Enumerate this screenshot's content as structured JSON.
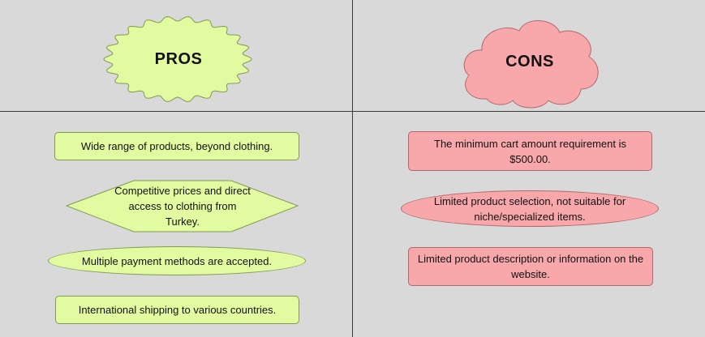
{
  "colors": {
    "background": "#d9d9d9",
    "pros_fill": "#e2fba0",
    "pros_stroke": "#7f9a52",
    "cons_fill": "#f8a8ab",
    "cons_stroke": "#b06a6e"
  },
  "pros": {
    "heading": "PROS",
    "items": [
      "Wide range of products, beyond clothing.",
      "Competitive prices and direct access to clothing from Turkey.",
      "Multiple payment methods are accepted.",
      "International shipping to various countries."
    ]
  },
  "cons": {
    "heading": "CONS",
    "items": [
      "The minimum cart amount requirement is $500.00.",
      "Limited product selection, not suitable for niche/specialized items.",
      "Limited product description or information on the website."
    ]
  }
}
